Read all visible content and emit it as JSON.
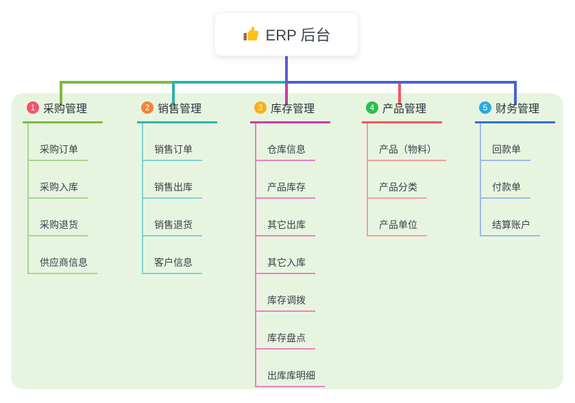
{
  "root": {
    "label": "ERP 后台",
    "icon": "thumbs-up-icon"
  },
  "branches": [
    {
      "number": "1",
      "title": "采购管理",
      "badge_color": "#f4516c",
      "line_color": "#7cb93f",
      "child_line_color": "#abd28d",
      "children": [
        "采购订单",
        "采购入库",
        "采购退货",
        "供应商信息"
      ]
    },
    {
      "number": "2",
      "title": "销售管理",
      "badge_color": "#f6823b",
      "line_color": "#29b4ac",
      "child_line_color": "#7fd1cb",
      "children": [
        "销售订单",
        "销售出库",
        "销售退货",
        "客户信息"
      ]
    },
    {
      "number": "3",
      "title": "库存管理",
      "badge_color": "#fbaf17",
      "line_color": "#c73ba2",
      "child_line_color": "#ee7fc0",
      "children": [
        "仓库信息",
        "产品库存",
        "其它出库",
        "其它入库",
        "库存调拨",
        "库存盘点",
        "出库库明细"
      ]
    },
    {
      "number": "4",
      "title": "产品管理",
      "badge_color": "#28bf4e",
      "line_color": "#f4555b",
      "child_line_color": "#f79b9e",
      "children": [
        "产品（物料）",
        "产品分类",
        "产品单位"
      ]
    },
    {
      "number": "5",
      "title": "财务管理",
      "badge_color": "#2aa9e0",
      "line_color": "#2e6fd2",
      "child_line_color": "#9db9e6",
      "children": [
        "回款单",
        "付款单",
        "结算账户"
      ]
    }
  ],
  "connectors": {
    "root_line_color": "#5a5ed6",
    "right_bus_color": "#4a62c9"
  },
  "panel_color": "#e7f5e0"
}
